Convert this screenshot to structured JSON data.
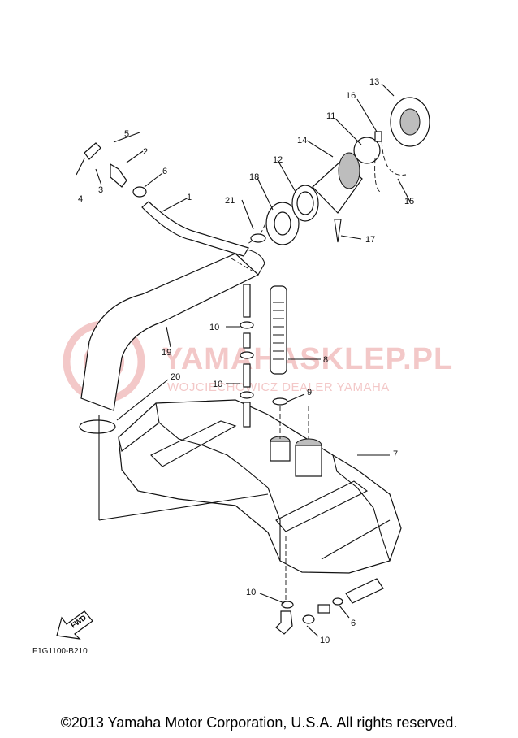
{
  "watermark": {
    "brand": "YAMAHASKLEP.PL",
    "subtitle": "WOJCIECHOWICZ DEALER YAMAHA"
  },
  "diagram_code": "F1G1100-B210",
  "fwd_label": "FWD",
  "copyright": "©2013 Yamaha Motor Corporation, U.S.A. All rights reserved.",
  "callouts": {
    "c1": "1",
    "c2": "2",
    "c3": "3",
    "c4": "4",
    "c5": "5",
    "c6a": "6",
    "c6b": "6",
    "c7": "7",
    "c8": "8",
    "c9": "9",
    "c10a": "10",
    "c10b": "10",
    "c10c": "10",
    "c10d": "10",
    "c11": "11",
    "c12": "12",
    "c13": "13",
    "c14": "14",
    "c15": "15",
    "c16": "16",
    "c17": "17",
    "c18": "18",
    "c19": "19",
    "c20": "20",
    "c21": "21"
  },
  "colors": {
    "line": "#111111",
    "watermark": "#f3c8c8"
  }
}
